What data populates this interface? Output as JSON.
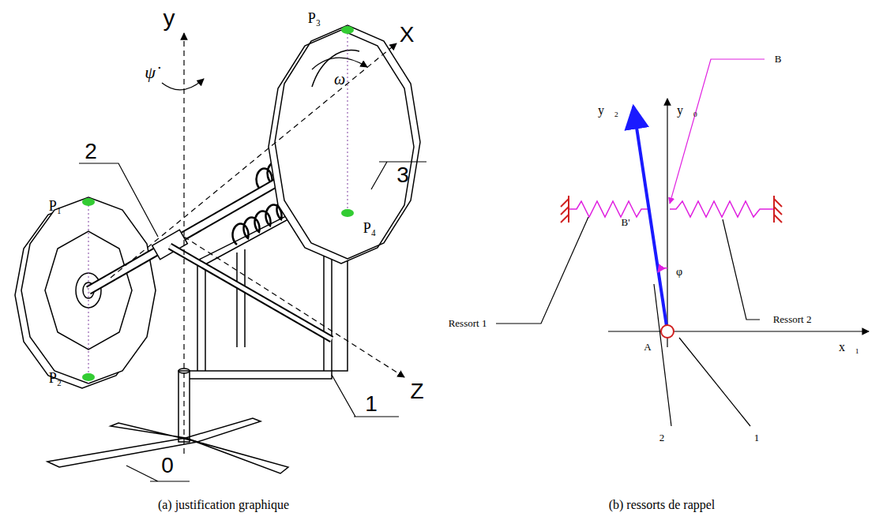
{
  "diagram": {
    "labels": [
      "y",
      "X",
      "P₃",
      "ψ̇",
      "ω",
      "2",
      "3",
      "P₁",
      "P₄",
      "P₂",
      "1",
      "Z",
      "0",
      "(a) justification graphique",
      "B",
      "y⃗₂",
      "y⃗₀",
      "B'",
      "φ",
      "Ressort 1",
      "Ressort 2",
      "A",
      "x⃗₁",
      "2",
      "1",
      "(b) ressorts de rappel"
    ]
  }
}
